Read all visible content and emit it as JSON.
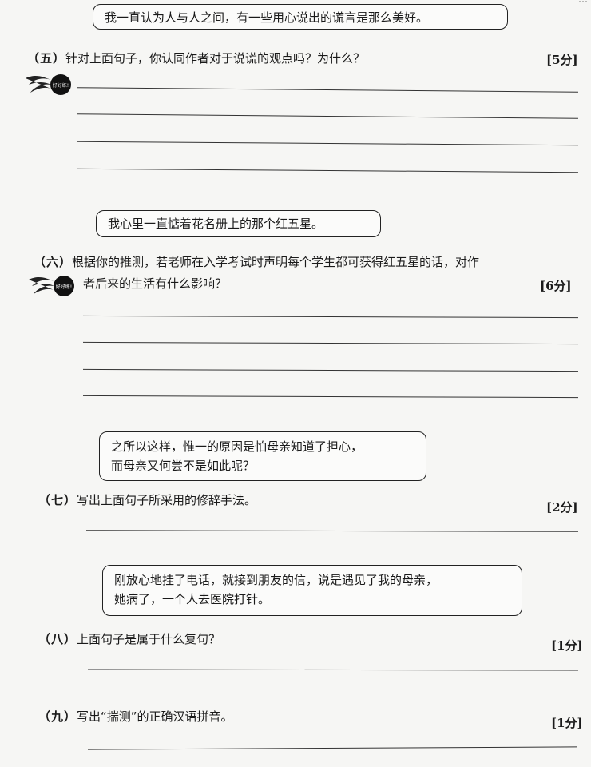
{
  "corner_mark": "…",
  "fire_badge_text": "好好练!",
  "sections": [
    {
      "quote": "我一直认为人与人之间，有一些用心说出的谎言是那么美好。",
      "number": "（五）",
      "question": "针对上面句子，你认同作者对于说谎的观点吗？为什么？",
      "marks": "[5分]"
    },
    {
      "quote": "我心里一直惦着花名册上的那个红五星。",
      "number": "（六）",
      "question_line1": "根据你的推测，若老师在入学考试时声明每个学生都可获得红五星的话，对作",
      "question_line2": "者后来的生活有什么影响？",
      "marks": "[6分]"
    },
    {
      "quote_line1": "之所以这样，惟一的原因是怕母亲知道了担心，",
      "quote_line2": "而母亲又何尝不是如此呢？",
      "number": "（七）",
      "question": "写出上面句子所采用的修辞手法。",
      "marks": "[2分]"
    },
    {
      "quote_line1": "刚放心地挂了电话，就接到朋友的信，说是遇见了我的母亲，",
      "quote_line2": "她病了，一个人去医院打针。",
      "number": "（八）",
      "question": "上面句子是属于什么复句？",
      "marks": "[1分]"
    },
    {
      "number": "（九）",
      "question": "写出“揣测”的正确汉语拼音。",
      "marks": "[1分]"
    }
  ]
}
